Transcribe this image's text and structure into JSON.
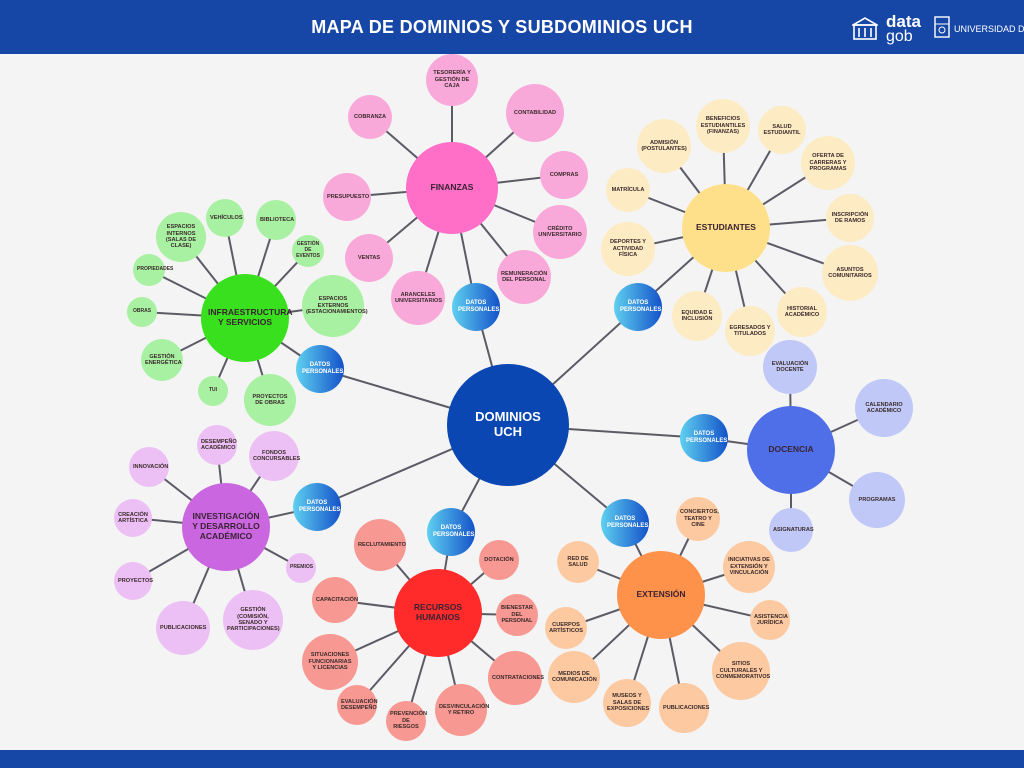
{
  "header": {
    "title": "MAPA DE DOMINIOS Y SUBDOMINIOS UCH",
    "logo_data_line1": "data",
    "logo_data_line2": "gob",
    "logo_uch": "UNIVERSIDAD DE CHILE"
  },
  "colors": {
    "header_bg": "#1747a6",
    "finanzas": [
      "#ff6ec7",
      "#f9a9d9"
    ],
    "estudiantes": [
      "#ffe08a",
      "#fdebc4"
    ],
    "infraestructura": [
      "#39e01d",
      "#a8f0a2"
    ],
    "docencia": [
      "#4f6fe8",
      "#c0c8f7"
    ],
    "investigacion": [
      "#c966e0",
      "#ecc0f5"
    ],
    "recursos": [
      "#ff2b2b",
      "#f79892"
    ],
    "extension": [
      "#ff924a",
      "#fcc9a0"
    ],
    "dominios": "#0b47b3",
    "datos": [
      "#5fd0f0",
      "#1452c9"
    ]
  },
  "center": {
    "label": "DOMINIOS UCH"
  },
  "datos_label": "DATOS PERSONALES",
  "nodes": [
    {
      "id": "c",
      "label": "DOMINIOS UCH",
      "kind": "center"
    },
    {
      "id": "fin",
      "label": "FINANZAS",
      "kind": "domain",
      "group": "finanzas"
    },
    {
      "id": "fin_1",
      "label": "TESORERÍA Y GESTIÓN DE CAJA",
      "kind": "leaf",
      "group": "finanzas"
    },
    {
      "id": "fin_2",
      "label": "CONTABILIDAD",
      "kind": "leaf",
      "group": "finanzas"
    },
    {
      "id": "fin_3",
      "label": "COBRANZA",
      "kind": "leaf",
      "group": "finanzas"
    },
    {
      "id": "fin_4",
      "label": "COMPRAS",
      "kind": "leaf",
      "group": "finanzas"
    },
    {
      "id": "fin_5",
      "label": "PRESUPUESTO",
      "kind": "leaf",
      "group": "finanzas"
    },
    {
      "id": "fin_6",
      "label": "CRÉDITO UNIVERSITARIO",
      "kind": "leaf",
      "group": "finanzas"
    },
    {
      "id": "fin_7",
      "label": "VENTAS",
      "kind": "leaf",
      "group": "finanzas"
    },
    {
      "id": "fin_8",
      "label": "REMUNERACIÓN DEL PERSONAL",
      "kind": "leaf",
      "group": "finanzas"
    },
    {
      "id": "fin_9",
      "label": "ARANCELES UNIVERSITARIOS",
      "kind": "leaf",
      "group": "finanzas"
    },
    {
      "id": "fin_d",
      "label": "DATOS PERSONALES",
      "kind": "datos"
    },
    {
      "id": "est",
      "label": "ESTUDIANTES",
      "kind": "domain",
      "group": "estudiantes"
    },
    {
      "id": "est_1",
      "label": "BENEFICIOS ESTUDIANTILES (FINANZAS)",
      "kind": "leaf",
      "group": "estudiantes"
    },
    {
      "id": "est_2",
      "label": "ADMISIÓN (POSTULANTES)",
      "kind": "leaf",
      "group": "estudiantes"
    },
    {
      "id": "est_3",
      "label": "SALUD ESTUDIANTIL",
      "kind": "leaf",
      "group": "estudiantes"
    },
    {
      "id": "est_4",
      "label": "OFERTA DE CARRERAS Y PROGRAMAS",
      "kind": "leaf",
      "group": "estudiantes"
    },
    {
      "id": "est_5",
      "label": "MATRÍCULA",
      "kind": "leaf",
      "group": "estudiantes"
    },
    {
      "id": "est_6",
      "label": "INSCRIPCIÓN DE RAMOS",
      "kind": "leaf",
      "group": "estudiantes"
    },
    {
      "id": "est_7",
      "label": "DEPORTES Y ACTIVIDAD FÍSICA",
      "kind": "leaf",
      "group": "estudiantes"
    },
    {
      "id": "est_8",
      "label": "ASUNTOS COMUNITARIOS",
      "kind": "leaf",
      "group": "estudiantes"
    },
    {
      "id": "est_9",
      "label": "HISTORIAL ACADÉMICO",
      "kind": "leaf",
      "group": "estudiantes"
    },
    {
      "id": "est_10",
      "label": "EQUIDAD E INCLUSIÓN",
      "kind": "leaf",
      "group": "estudiantes"
    },
    {
      "id": "est_11",
      "label": "EGRESADOS Y TITULADOS",
      "kind": "leaf",
      "group": "estudiantes"
    },
    {
      "id": "est_d",
      "label": "DATOS PERSONALES",
      "kind": "datos"
    },
    {
      "id": "inf",
      "label": "INFRAESTRUCTURA Y SERVICIOS",
      "kind": "domain",
      "group": "infraestructura"
    },
    {
      "id": "inf_1",
      "label": "VEHÍCULOS",
      "kind": "leaf",
      "group": "infraestructura"
    },
    {
      "id": "inf_2",
      "label": "BIBLIOTECA",
      "kind": "leaf",
      "group": "infraestructura"
    },
    {
      "id": "inf_3",
      "label": "ESPACIOS INTERNOS (SALAS DE CLASE)",
      "kind": "leaf",
      "group": "infraestructura"
    },
    {
      "id": "inf_4",
      "label": "GESTIÓN DE EVENTOS",
      "kind": "leaf",
      "group": "infraestructura"
    },
    {
      "id": "inf_5",
      "label": "PROPIEDADES",
      "kind": "leaf",
      "group": "infraestructura"
    },
    {
      "id": "inf_6",
      "label": "ESPACIOS EXTERNOS (ESTACIONAMIENTOS)",
      "kind": "leaf",
      "group": "infraestructura"
    },
    {
      "id": "inf_7",
      "label": "OBRAS",
      "kind": "leaf",
      "group": "infraestructura"
    },
    {
      "id": "inf_8",
      "label": "GESTIÓN ENERGÉTICA",
      "kind": "leaf",
      "group": "infraestructura"
    },
    {
      "id": "inf_9",
      "label": "TUI",
      "kind": "leaf",
      "group": "infraestructura"
    },
    {
      "id": "inf_10",
      "label": "PROYECTOS DE OBRAS",
      "kind": "leaf",
      "group": "infraestructura"
    },
    {
      "id": "inf_d",
      "label": "DATOS PERSONALES",
      "kind": "datos"
    },
    {
      "id": "doc",
      "label": "DOCENCIA",
      "kind": "domain",
      "group": "docencia"
    },
    {
      "id": "doc_1",
      "label": "EVALUACIÓN DOCENTE",
      "kind": "leaf",
      "group": "docencia"
    },
    {
      "id": "doc_2",
      "label": "CALENDARIO ACADÉMICO",
      "kind": "leaf",
      "group": "docencia"
    },
    {
      "id": "doc_3",
      "label": "PROGRAMAS",
      "kind": "leaf",
      "group": "docencia"
    },
    {
      "id": "doc_4",
      "label": "ASIGNATURAS",
      "kind": "leaf",
      "group": "docencia"
    },
    {
      "id": "doc_d",
      "label": "DATOS PERSONALES",
      "kind": "datos"
    },
    {
      "id": "inv",
      "label": "INVESTIGACIÓN Y DESARROLLO ACADÉMICO",
      "kind": "domain",
      "group": "investigacion"
    },
    {
      "id": "inv_1",
      "label": "DESEMPEÑO ACADÉMICO",
      "kind": "leaf",
      "group": "investigacion"
    },
    {
      "id": "inv_2",
      "label": "FONDOS CONCURSABLES",
      "kind": "leaf",
      "group": "investigacion"
    },
    {
      "id": "inv_3",
      "label": "INNOVACIÓN",
      "kind": "leaf",
      "group": "investigacion"
    },
    {
      "id": "inv_4",
      "label": "CREACIÓN ARTÍSTICA",
      "kind": "leaf",
      "group": "investigacion"
    },
    {
      "id": "inv_5",
      "label": "PROYECTOS",
      "kind": "leaf",
      "group": "investigacion"
    },
    {
      "id": "inv_6",
      "label": "PUBLICACIONES",
      "kind": "leaf",
      "group": "investigacion"
    },
    {
      "id": "inv_7",
      "label": "GESTIÓN (COMISIÓN, SENADO Y PARTICIPACIONES)",
      "kind": "leaf",
      "group": "investigacion"
    },
    {
      "id": "inv_8",
      "label": "PREMIOS",
      "kind": "leaf",
      "group": "investigacion"
    },
    {
      "id": "inv_d",
      "label": "DATOS PERSONALES",
      "kind": "datos"
    },
    {
      "id": "rh",
      "label": "RECURSOS HUMANOS",
      "kind": "domain",
      "group": "recursos"
    },
    {
      "id": "rh_1",
      "label": "RECLUTAMIENTO",
      "kind": "leaf",
      "group": "recursos"
    },
    {
      "id": "rh_2",
      "label": "DOTACIÓN",
      "kind": "leaf",
      "group": "recursos"
    },
    {
      "id": "rh_3",
      "label": "CAPACITACIÓN",
      "kind": "leaf",
      "group": "recursos"
    },
    {
      "id": "rh_4",
      "label": "BIENESTAR DEL PERSONAL",
      "kind": "leaf",
      "group": "recursos"
    },
    {
      "id": "rh_5",
      "label": "SITUACIONES FUNCIONARIAS Y LICENCIAS",
      "kind": "leaf",
      "group": "recursos"
    },
    {
      "id": "rh_6",
      "label": "CONTRATACIONES",
      "kind": "leaf",
      "group": "recursos"
    },
    {
      "id": "rh_7",
      "label": "EVALUACIÓN DESEMPEÑO",
      "kind": "leaf",
      "group": "recursos"
    },
    {
      "id": "rh_8",
      "label": "PREVENCIÓN DE RIESGOS",
      "kind": "leaf",
      "group": "recursos"
    },
    {
      "id": "rh_9",
      "label": "DESVINCULACIÓN Y RETIRO",
      "kind": "leaf",
      "group": "recursos"
    },
    {
      "id": "rh_d",
      "label": "DATOS PERSONALES",
      "kind": "datos"
    },
    {
      "id": "ext",
      "label": "EXTENSIÓN",
      "kind": "domain",
      "group": "extension"
    },
    {
      "id": "ext_1",
      "label": "CONCIERTOS, TEATRO Y CINE",
      "kind": "leaf",
      "group": "extension"
    },
    {
      "id": "ext_2",
      "label": "RED DE SALUD",
      "kind": "leaf",
      "group": "extension"
    },
    {
      "id": "ext_3",
      "label": "INICIATIVAS DE EXTENSIÓN Y VINCULACIÓN",
      "kind": "leaf",
      "group": "extension"
    },
    {
      "id": "ext_4",
      "label": "CUERPOS ARTÍSTICOS",
      "kind": "leaf",
      "group": "extension"
    },
    {
      "id": "ext_5",
      "label": "ASISTENCIA JURÍDICA",
      "kind": "leaf",
      "group": "extension"
    },
    {
      "id": "ext_6",
      "label": "MEDIOS DE COMUNICACIÓN",
      "kind": "leaf",
      "group": "extension"
    },
    {
      "id": "ext_7",
      "label": "SITIOS CULTURALES Y CONMEMORATIVOS",
      "kind": "leaf",
      "group": "extension"
    },
    {
      "id": "ext_8",
      "label": "MUSEOS Y SALAS DE EXPOSICIONES",
      "kind": "leaf",
      "group": "extension"
    },
    {
      "id": "ext_9",
      "label": "PUBLICACIONES",
      "kind": "leaf",
      "group": "extension"
    },
    {
      "id": "ext_d",
      "label": "DATOS PERSONALES",
      "kind": "datos"
    }
  ]
}
